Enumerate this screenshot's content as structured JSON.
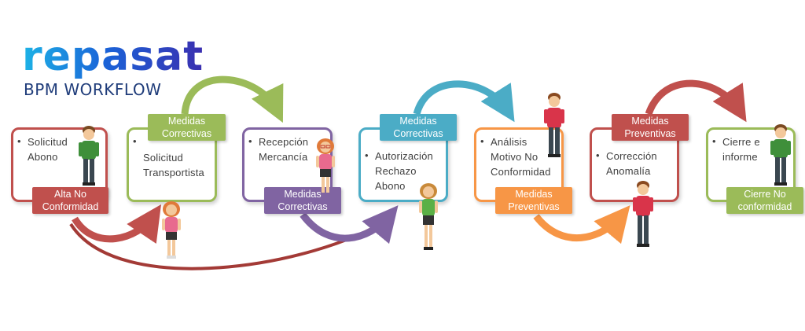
{
  "logo": {
    "wordmark": "repasat",
    "subtitle": "BPM WORKFLOW"
  },
  "colors": {
    "red": "#c0504d",
    "green": "#9bbb59",
    "purple": "#8064a2",
    "blue": "#4bacc6",
    "orange": "#f79646",
    "gray_text": "#404040"
  },
  "steps": [
    {
      "bullet": "•",
      "text": "Solicitud\nAbono",
      "label": "Alta No\nConformidad",
      "color": "#c0504d"
    },
    {
      "bullet": "•",
      "text": "Solicitud\nTransportista",
      "label": "Medidas\nCorrectivas",
      "color": "#9bbb59"
    },
    {
      "bullet": "•",
      "text": "Recepción\nMercancía",
      "label": "Medidas\nCorrectivas",
      "color": "#8064a2"
    },
    {
      "bullet": "•",
      "text": "Autorización\nRechazo\nAbono",
      "label": "Medidas\nCorrectivas",
      "color": "#4bacc6"
    },
    {
      "bullet": "•",
      "text": "Análisis\nMotivo No\nConformidad",
      "label": "Medidas\nPreventivas",
      "color": "#f79646"
    },
    {
      "bullet": "•",
      "text": "Corrección\nAnomalía",
      "label": "Medidas\nPreventivas",
      "color": "#c0504d"
    },
    {
      "bullet": "•",
      "text": "Cierre e\ninforme",
      "label": "Cierre No\nconformidad",
      "color": "#9bbb59"
    }
  ],
  "figures": [
    {
      "icon": "man-green-shirt-icon"
    },
    {
      "icon": "woman-pink-shirt-icon"
    },
    {
      "icon": "woman-glasses-pink-shirt-icon"
    },
    {
      "icon": "woman-green-shirt-icon"
    },
    {
      "icon": "man-red-shirt-icon"
    },
    {
      "icon": "man-red-shirt-icon"
    },
    {
      "icon": "man-green-shirt-icon"
    }
  ]
}
